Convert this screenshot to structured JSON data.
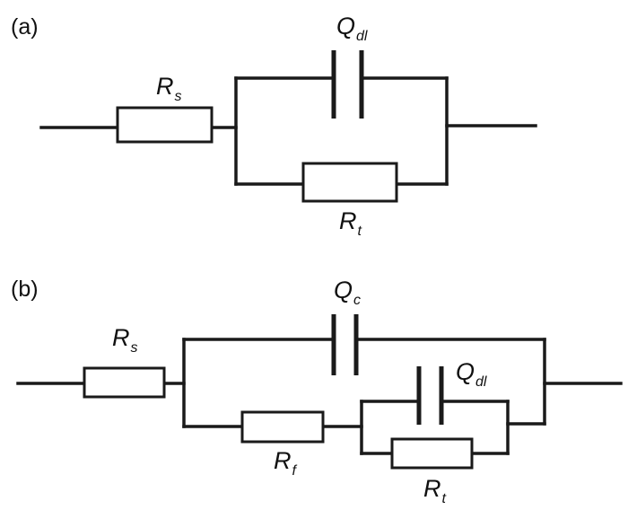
{
  "colors": {
    "ink": "#1a1a1a",
    "background": "#ffffff"
  },
  "panels": [
    {
      "tag": "(a)",
      "components": {
        "Rs": {
          "symbol": "R",
          "sub": "s"
        },
        "Qdl": {
          "symbol": "Q",
          "sub": "dl"
        },
        "Rt": {
          "symbol": "R",
          "sub": "t"
        }
      }
    },
    {
      "tag": "(b)",
      "components": {
        "Rs": {
          "symbol": "R",
          "sub": "s"
        },
        "Qc": {
          "symbol": "Q",
          "sub": "c"
        },
        "Rf": {
          "symbol": "R",
          "sub": "f"
        },
        "Qdl": {
          "symbol": "Q",
          "sub": "dl"
        },
        "Rt": {
          "symbol": "R",
          "sub": "t"
        }
      }
    }
  ]
}
